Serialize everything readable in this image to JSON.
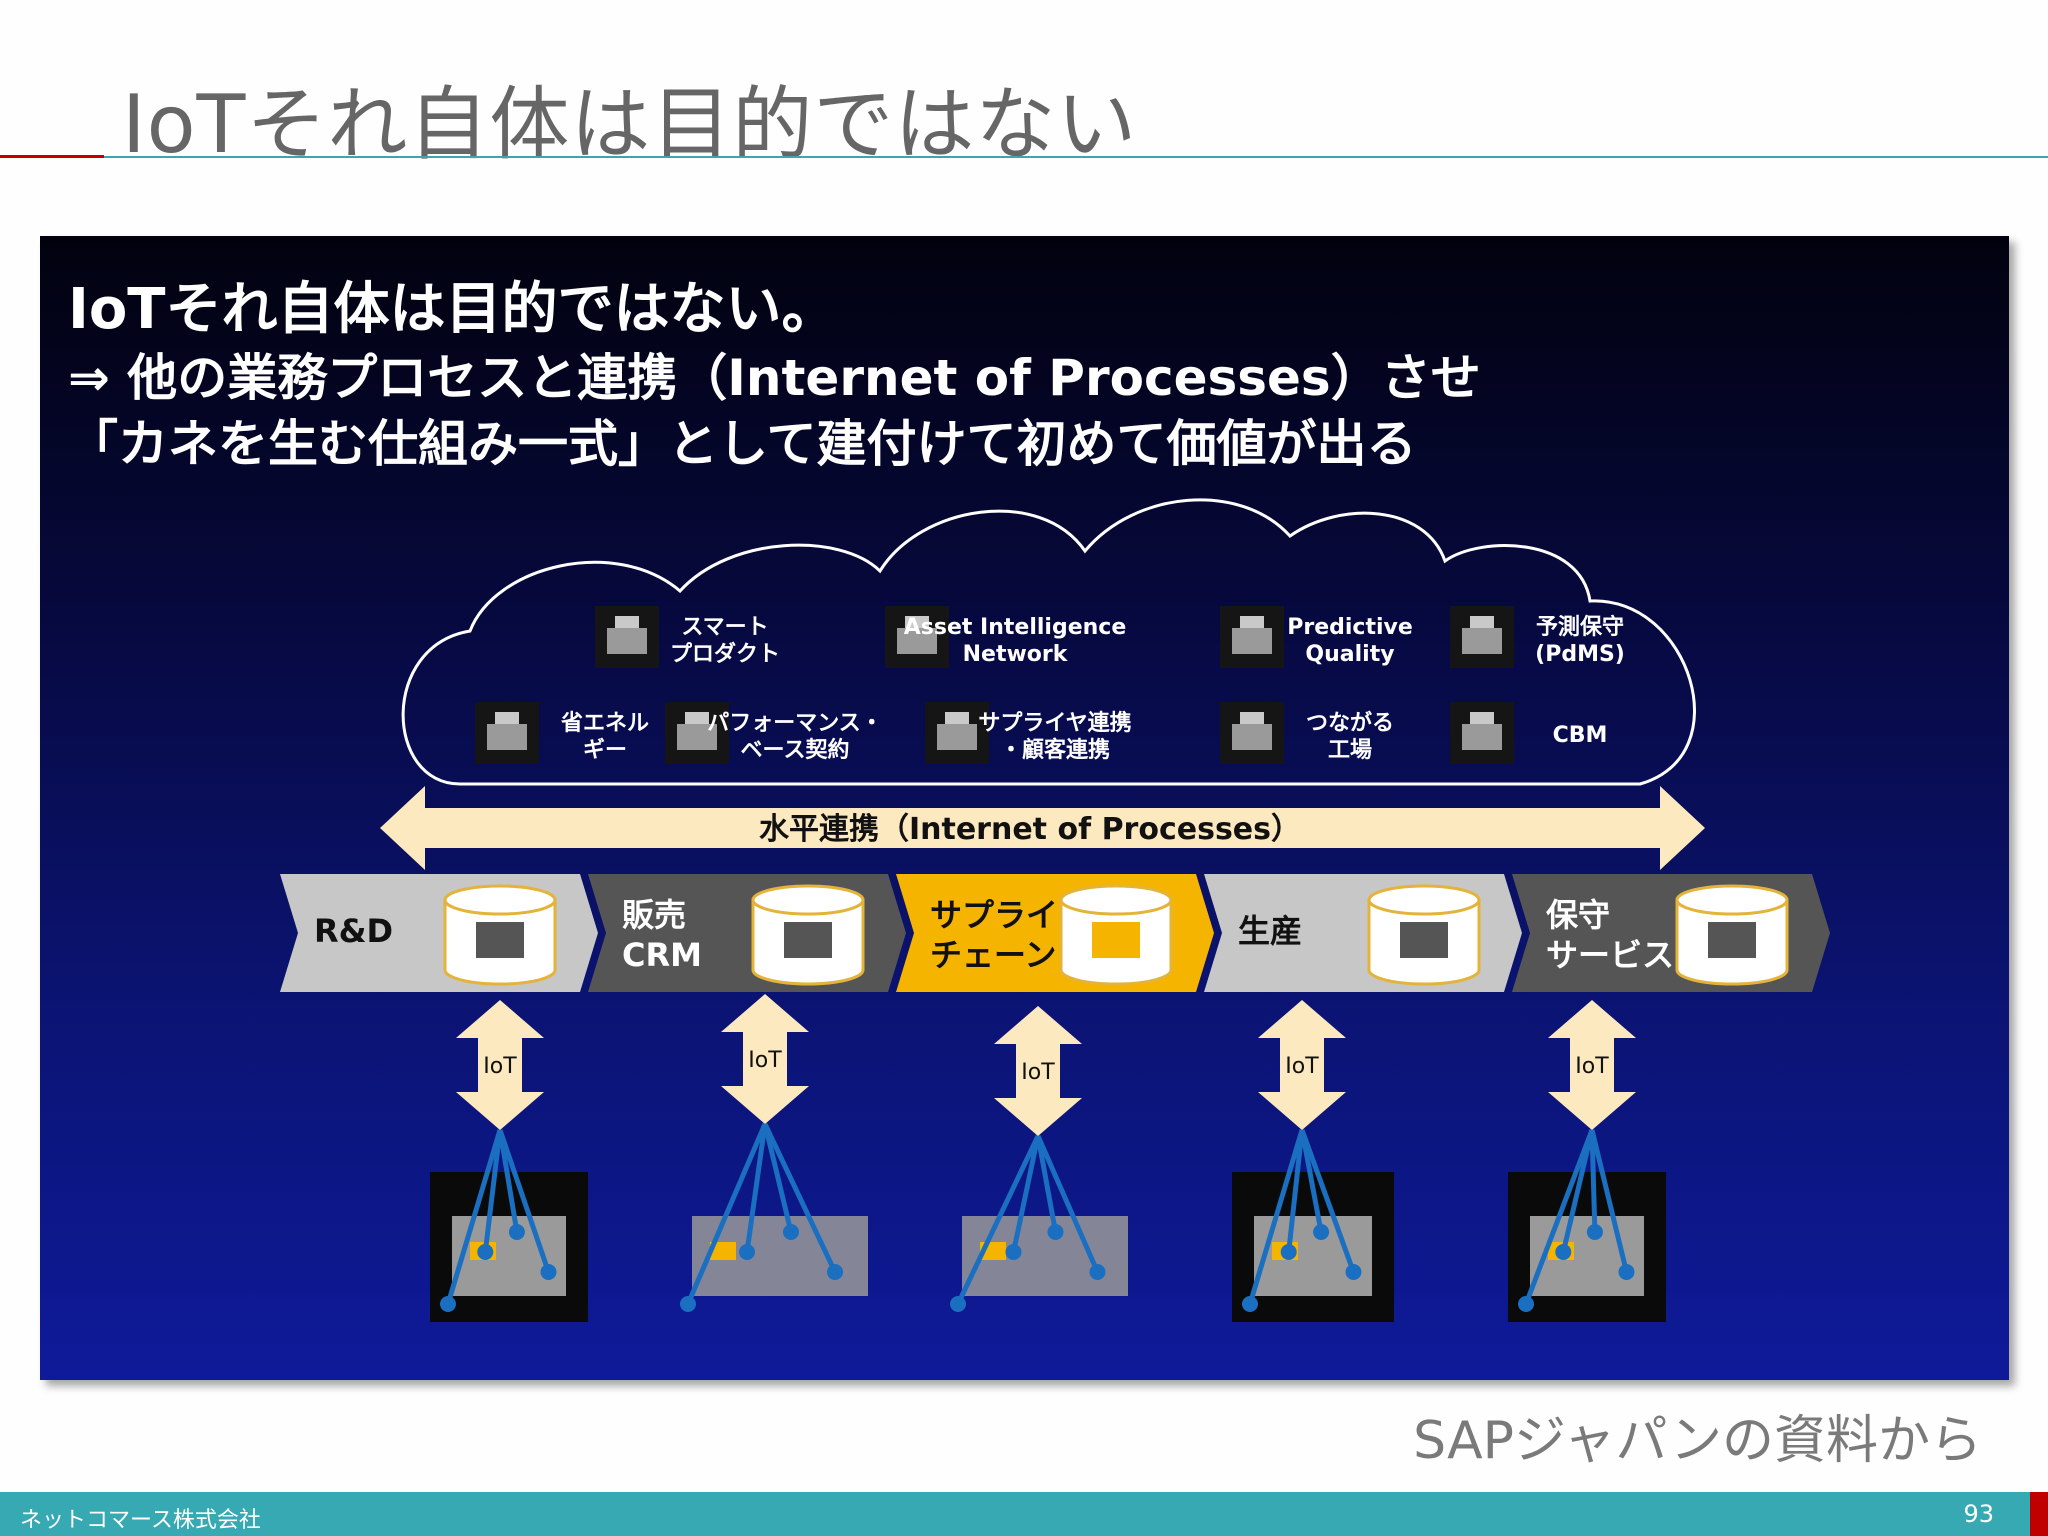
{
  "slide": {
    "title": "IoTそれ自体は目的ではない",
    "caption": "SAPジャパンの資料から",
    "company": "ネットコマース株式会社",
    "page_number": "93"
  },
  "panel": {
    "heading": "IoTそれ自体は目的ではない。",
    "line1": "⇒ 他の業務プロセスと連携（Internet of Processes）させ",
    "line2": "「カネを生む仕組み一式」として建付けて初めて価値が出る"
  },
  "cloud": {
    "row1": [
      {
        "label": [
          "スマート",
          "プロダクト"
        ],
        "icon": "smart-product-icon"
      },
      {
        "label": [
          "Asset Intelligence",
          "Network"
        ],
        "icon": "network-icon"
      },
      {
        "label": [
          "Predictive",
          "Quality"
        ],
        "icon": "quality-icon"
      },
      {
        "label": [
          "予測保守",
          "(PdMS)"
        ],
        "icon": "wave-icon"
      }
    ],
    "row2": [
      {
        "label": [
          "省エネル",
          "ギー"
        ],
        "icon": "bulb-icon"
      },
      {
        "label": [
          "パフォーマンス・",
          "ベース契約"
        ],
        "icon": "dollar-clock-icon"
      },
      {
        "label": [
          "サプライヤ連携",
          "・顧客連携"
        ],
        "icon": "people-icon"
      },
      {
        "label": [
          "つながる",
          "工場"
        ],
        "icon": "factory-icon"
      },
      {
        "label": [
          "CBM"
        ],
        "icon": "wrench-truck-icon"
      }
    ]
  },
  "horizontal_arrow": "水平連携（Internet of Processes）",
  "chain": [
    {
      "label": [
        "R&D"
      ],
      "fill": "#c7c7c7",
      "text": "#111111",
      "icon": "factory-house-icon"
    },
    {
      "label": [
        "販売",
        "CRM"
      ],
      "fill": "#555555",
      "text": "#ffffff",
      "icon": "invoice-icon"
    },
    {
      "label": [
        "サプライ",
        "チェーン"
      ],
      "fill": "#f4b400",
      "text": "#111111",
      "icon": "truck-icon"
    },
    {
      "label": [
        "生産"
      ],
      "fill": "#c7c7c7",
      "text": "#111111",
      "icon": "factory-icon"
    },
    {
      "label": [
        "保守",
        "サービス"
      ],
      "fill": "#555555",
      "text": "#ffffff",
      "icon": "service-truck-icon"
    }
  ],
  "iot_label": "IoT",
  "colors": {
    "accent_yellow": "#f4b400",
    "arrow_cream": "#fde9c0",
    "link_blue": "#1b6fc0",
    "footer_teal": "#36a9b3",
    "footer_red": "#c00000"
  }
}
